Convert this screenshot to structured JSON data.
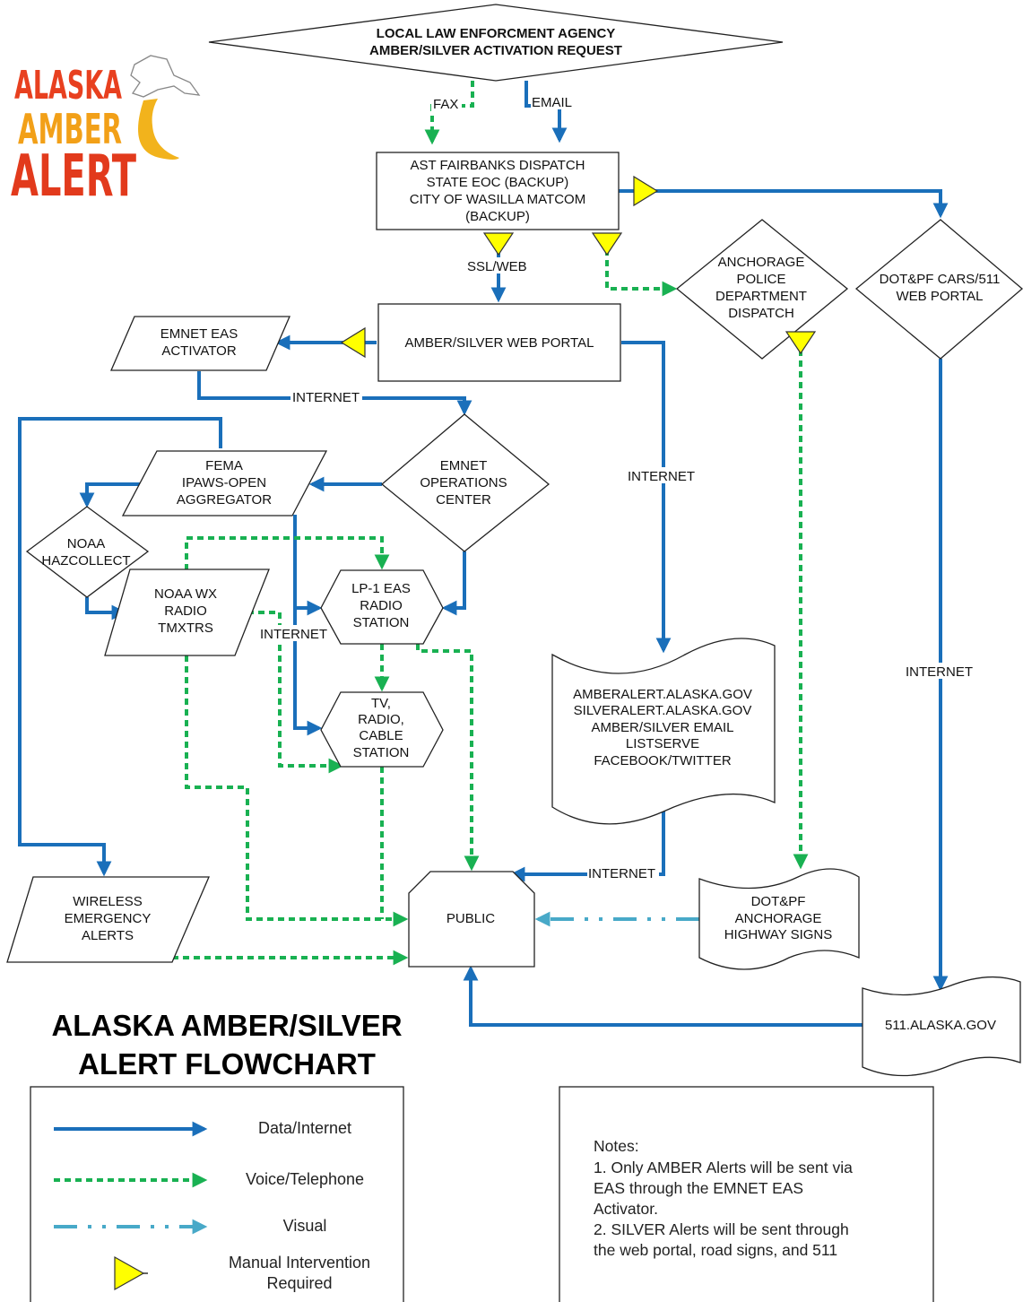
{
  "colors": {
    "data_line": "#1a6fba",
    "voice_line": "#19b152",
    "visual_line": "#48a9c8",
    "manual_marker": "#ffff00"
  },
  "logo": {
    "lines": [
      "ALASKA",
      "AMBER",
      "ALERT"
    ]
  },
  "nodes": {
    "request": {
      "lines": [
        "LOCAL LAW ENFORCMENT AGENCY",
        "AMBER/SILVER ACTIVATION REQUEST"
      ]
    },
    "dispatch": {
      "lines": [
        "AST FAIRBANKS DISPATCH",
        "STATE EOC (BACKUP)",
        "CITY OF WASILLA MATCOM",
        "(BACKUP)"
      ]
    },
    "web_portal": {
      "lines": [
        "AMBER/SILVER WEB PORTAL"
      ]
    },
    "anchorage_police": {
      "lines": [
        "ANCHORAGE",
        "POLICE",
        "DEPARTMENT",
        "DISPATCH"
      ]
    },
    "dot_cars": {
      "lines": [
        "DOT&PF CARS/511",
        "WEB PORTAL"
      ]
    },
    "emnet_activator": {
      "lines": [
        "EMNET EAS",
        "ACTIVATOR"
      ]
    },
    "emnet_ops": {
      "lines": [
        "EMNET",
        "OPERATIONS",
        "CENTER"
      ]
    },
    "fema": {
      "lines": [
        "FEMA",
        "IPAWS-OPEN",
        "AGGREGATOR"
      ]
    },
    "noaa_hazcollect": {
      "lines": [
        "NOAA",
        "HAZCOLLECT"
      ]
    },
    "noaa_wx": {
      "lines": [
        "NOAA WX",
        "RADIO",
        "TMXTRS"
      ]
    },
    "lp1": {
      "lines": [
        "LP-1 EAS",
        "RADIO",
        "STATION"
      ]
    },
    "tv": {
      "lines": [
        "TV,",
        "RADIO,",
        "CABLE",
        "STATION"
      ]
    },
    "amberalert_sites": {
      "lines": [
        "AMBERALERT.ALASKA.GOV",
        "SILVERALERT.ALASKA.GOV",
        "AMBER/SILVER EMAIL",
        "LISTSERVE",
        "FACEBOOK/TWITTER"
      ]
    },
    "wireless": {
      "lines": [
        "WIRELESS",
        "EMERGENCY",
        "ALERTS"
      ]
    },
    "public": {
      "lines": [
        "PUBLIC"
      ]
    },
    "dot_signs": {
      "lines": [
        "DOT&PF",
        "ANCHORAGE",
        "HIGHWAY SIGNS"
      ]
    },
    "site_511": {
      "lines": [
        "511.ALASKA.GOV"
      ]
    }
  },
  "edge_labels": {
    "fax": "FAX",
    "email": "EMAIL",
    "ssl_web": "SSL/WEB",
    "internet_emnet": "INTERNET",
    "internet_portal": "INTERNET",
    "internet_511": "INTERNET",
    "internet_fema": "INTERNET",
    "internet_public": "INTERNET"
  },
  "title": {
    "lines": [
      "ALASKA AMBER/SILVER",
      "ALERT FLOWCHART"
    ]
  },
  "legend": {
    "items": [
      {
        "label": "Data/Internet"
      },
      {
        "label": "Voice/Telephone"
      },
      {
        "label": "Visual"
      },
      {
        "label": "Manual Intervention",
        "label2": "Required"
      }
    ]
  },
  "notes": {
    "lines": [
      "Notes:",
      "1.  Only AMBER Alerts will be sent via",
      "EAS through the EMNET EAS",
      "Activator.",
      "2.  SILVER Alerts will be sent through",
      "the web portal, road signs, and 511"
    ]
  }
}
